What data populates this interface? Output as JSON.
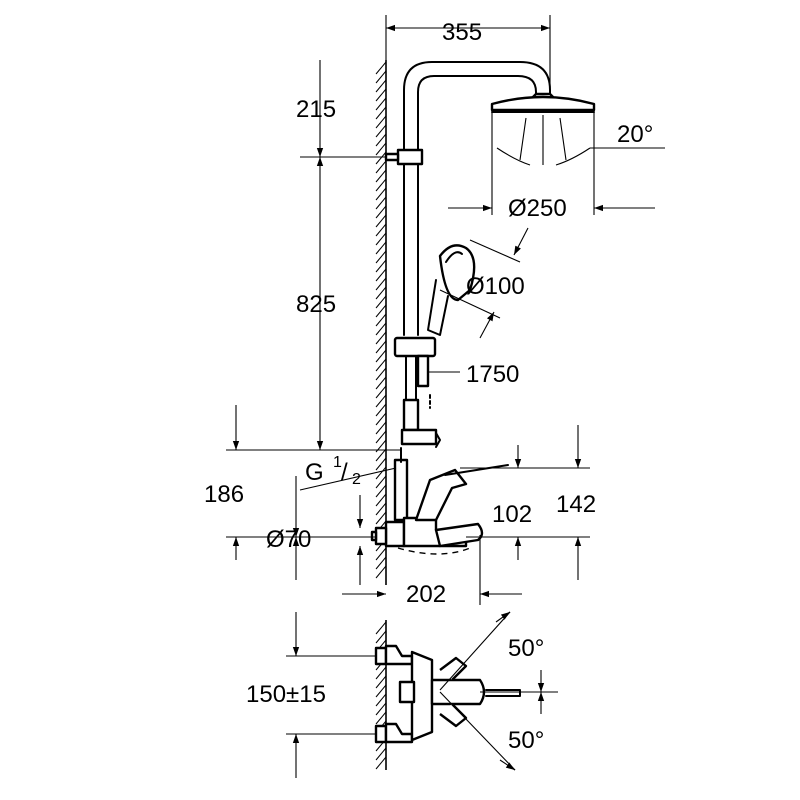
{
  "dimensions": {
    "width_355": "355",
    "height_215": "215",
    "height_825": "825",
    "angle_20": "20°",
    "diameter_250": "Ø250",
    "diameter_100": "Ø100",
    "length_1750": "1750",
    "thread_g": "G",
    "thread_num": "1",
    "thread_den": "2",
    "height_186": "186",
    "diameter_70": "Ø70",
    "height_102": "102",
    "height_142": "142",
    "depth_202": "202",
    "angle_50_top": "50°",
    "spacing_150": "150±15",
    "angle_50_bottom": "50°"
  },
  "icons": {
    "wall": "wall-hatch-icon",
    "arrow": "dimension-arrow-icon"
  }
}
